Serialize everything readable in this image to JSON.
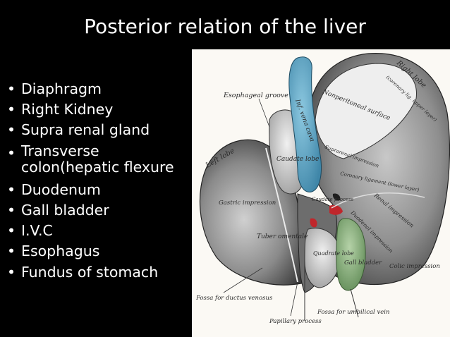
{
  "slide": {
    "title": "Posterior relation of the liver",
    "bullets": [
      "Diaphragm",
      "Right Kidney",
      "Supra renal gland",
      "Transverse\ncolon(hepatic flexure",
      "Duodenum",
      "Gall bladder",
      "I.V.C",
      "Esophagus",
      "Fundus of stomach"
    ],
    "bullet_symbol": "•"
  },
  "figure": {
    "labels": {
      "esophageal_groove": "Esophageal groove",
      "left_lobe": "Left lobe",
      "inf_vena_cava": "Inf. vena cava",
      "nonperitoneal_surface": "Nonperitoneal surface",
      "right_lobe": "Right lobe",
      "coronary_lig_upper": "(coronary lig. upper layer)",
      "caudate_lobe": "Caudate lobe",
      "suprarenal_impression": "Suprarenal impression",
      "coronary_ligament_lower": "Coronary ligament (lower layer)",
      "gastric_impression": "Gastric impression",
      "caudate_process": "Caudate process",
      "renal_impression": "Renal impression",
      "duodenal_impression": "Duodenal impression",
      "tuber_omentale": "Tuber omentale",
      "quadrate_lobe": "Quadrate lobe",
      "gall_bladder": "Gall bladder",
      "colic_impression": "Colic impression",
      "fossa_ductus_venosus": "Fossa for ductus venosus",
      "papillary_process": "Papillary process",
      "fossa_umbilical_vein": "Fossa for umbilical vein"
    },
    "colors": {
      "background": "#fbf9f4",
      "liver_gray": "#8c8c8c",
      "ivc_blue": "#5aa3c4",
      "gall_bladder_green": "#7fa874",
      "vessel_red": "#c0262b"
    }
  }
}
